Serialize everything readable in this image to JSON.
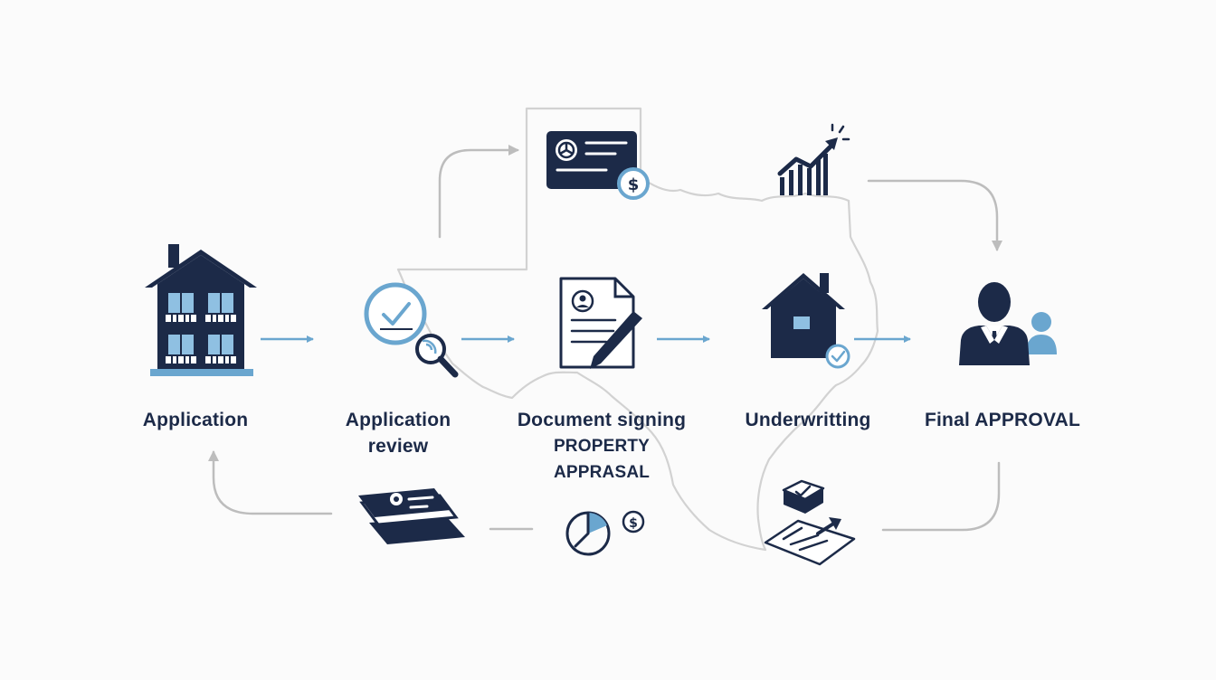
{
  "colors": {
    "navy": "#1c2a48",
    "accent": "#6aa6cf",
    "connector": "#bdbdbd",
    "map_outline": "#d2d2d2",
    "background": "#fbfbfb"
  },
  "steps": [
    {
      "lines": [
        "Application"
      ],
      "icon": "house-building-icon"
    },
    {
      "lines": [
        "Application",
        "review"
      ],
      "icon": "magnifier-check-icon"
    },
    {
      "lines": [
        "Document signing",
        "PROPERTY",
        "APPRASAL"
      ],
      "icon": "document-pen-icon"
    },
    {
      "lines": [
        "Underwritting"
      ],
      "icon": "house-check-icon"
    },
    {
      "lines": [
        "Final APPROVAL"
      ],
      "icon": "businessman-icon"
    }
  ],
  "decorative_icons": [
    "credit-card-dollar-icon",
    "growth-chart-icon",
    "cards-icon",
    "pie-dollar-icon",
    "box-document-icon",
    "texas-map-outline"
  ]
}
